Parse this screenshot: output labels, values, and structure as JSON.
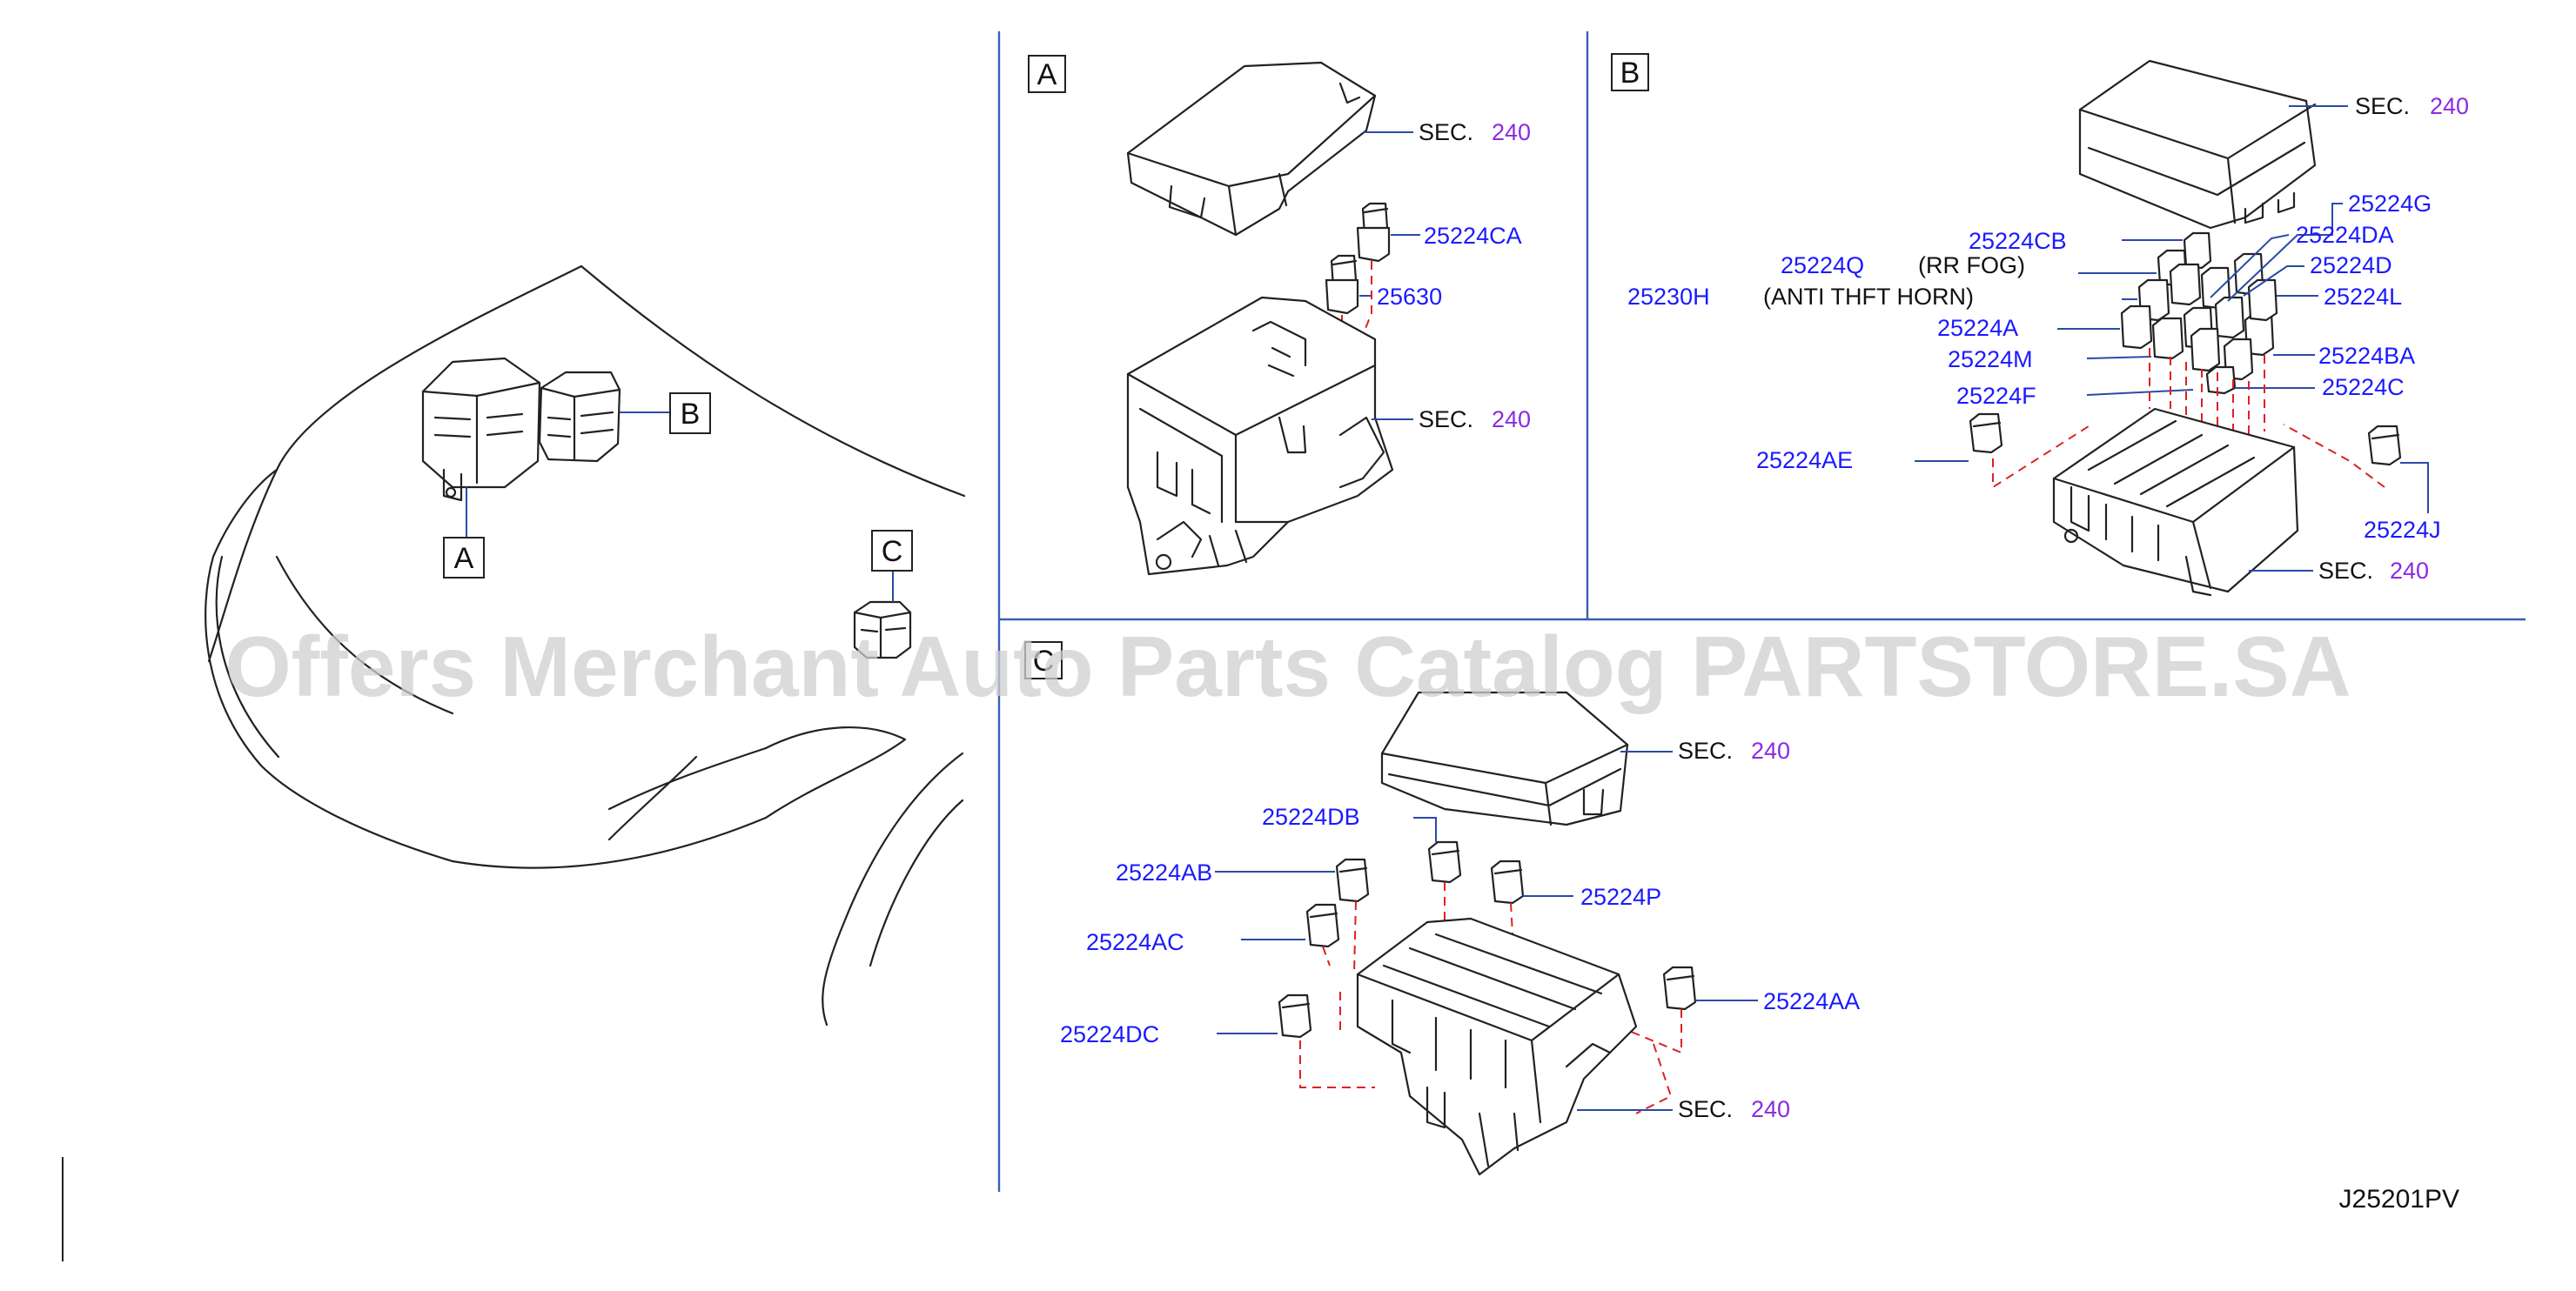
{
  "diagram": {
    "id_code": "J25201PV",
    "watermark": "Offers Merchant Auto Parts Catalog PARTSTORE.SA",
    "colors": {
      "part_number": "#1a1aff",
      "sec_number": "#8a2be2",
      "leader": "#2b4aa8",
      "dashed": "#e02020"
    },
    "overview": {
      "callouts": {
        "a": "A",
        "b": "B",
        "c": "C"
      }
    },
    "panels": {
      "a": {
        "letter": "A",
        "sec_label": "SEC.",
        "sec_num": "240",
        "parts": {
          "p1": "25224CA",
          "p2": "25630"
        }
      },
      "b": {
        "letter": "B",
        "sec_label": "SEC.",
        "sec_num": "240",
        "parts": {
          "g": "25224G",
          "cb": "25224CB",
          "da": "25224DA",
          "q": "25224Q",
          "q_desc": "(RR   FOG)",
          "d": "25224D",
          "h": "25230H",
          "h_desc": "(ANTI   THFT   HORN)",
          "l": "25224L",
          "a": "25224A",
          "ba": "25224BA",
          "m": "25224M",
          "c": "25224C",
          "f": "25224F",
          "ae": "25224AE",
          "j": "25224J"
        }
      },
      "c": {
        "letter": "C",
        "sec_label": "SEC.",
        "sec_num": "240",
        "parts": {
          "db": "25224DB",
          "ab": "25224AB",
          "p": "25224P",
          "ac": "25224AC",
          "aa": "25224AA",
          "dc": "25224DC"
        }
      }
    }
  }
}
